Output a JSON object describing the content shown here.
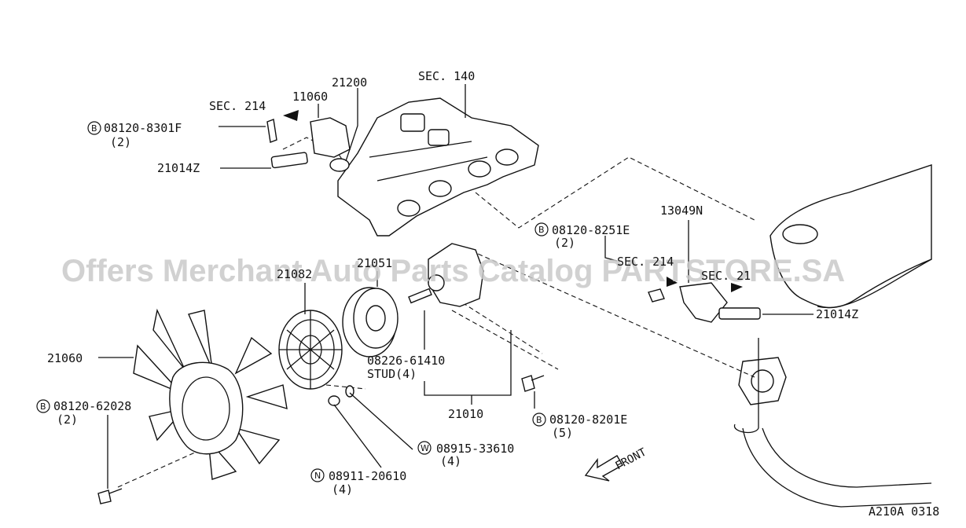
{
  "watermark": "Offers Merchant Auto Parts Catalog PARTSTORE.SA",
  "diagram_code": "A210A 0318",
  "front_label": "FRONT",
  "callouts": {
    "sec140": "SEC. 140",
    "sec214_top": "SEC. 214",
    "p11060": "11060",
    "p21200": "21200",
    "bolt_8301f": "08120-8301F",
    "bolt_8301f_qty": "(2)",
    "bolt_8301f_mark": "B",
    "p21014z_top": "21014Z",
    "p13049n": "13049N",
    "bolt_8251e": "08120-8251E",
    "bolt_8251e_qty": "(2)",
    "bolt_8251e_mark": "B",
    "sec214_right_a": "SEC. 214",
    "sec214_right_b": "SEC. 21",
    "p21014z_right": "21014Z",
    "p21051": "21051",
    "p21082": "21082",
    "stud_no": "08226-61410",
    "stud_label": "STUD(4)",
    "p21010": "21010",
    "bolt_8201e": "08120-8201E",
    "bolt_8201e_qty": "(5)",
    "bolt_8201e_mark": "B",
    "p21060": "21060",
    "bolt_62028": "08120-62028",
    "bolt_62028_qty": "(2)",
    "bolt_62028_mark": "B",
    "washer": "08915-33610",
    "washer_qty": "(4)",
    "washer_mark": "W",
    "nut": "08911-20610",
    "nut_qty": "(4)",
    "nut_mark": "N"
  }
}
